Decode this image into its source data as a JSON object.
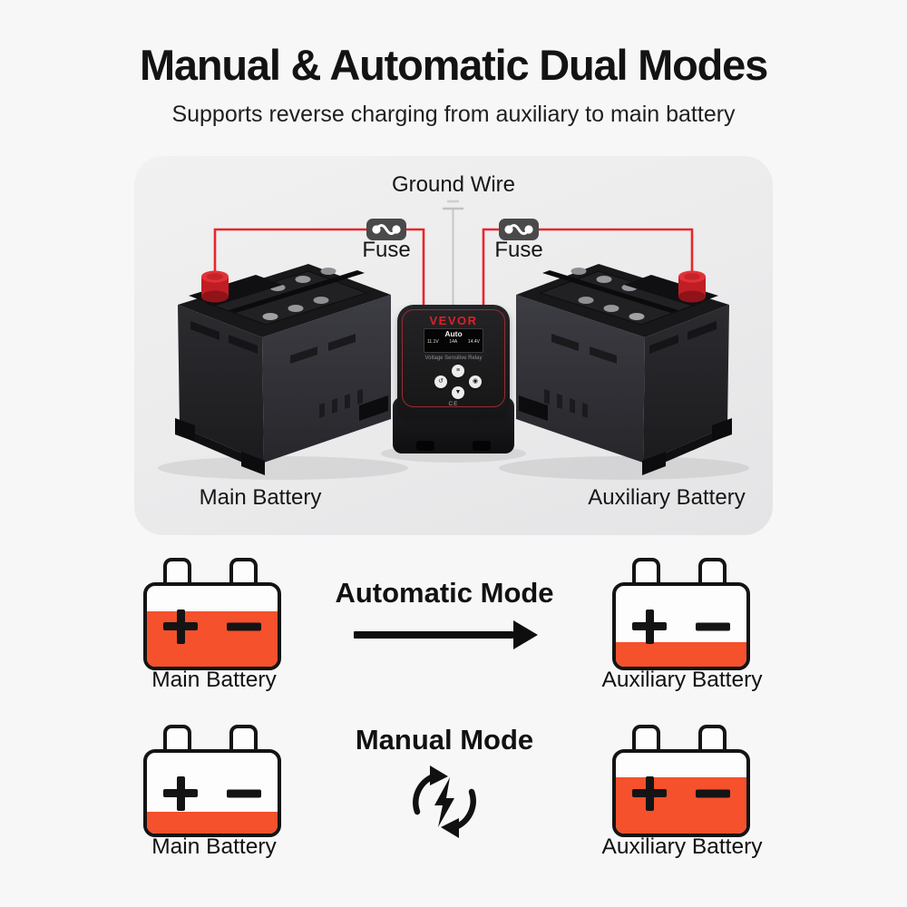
{
  "header": {
    "title": "Manual & Automatic Dual Modes",
    "subtitle": "Supports reverse charging from auxiliary to main battery"
  },
  "diagram": {
    "ground_wire_label": "Ground Wire",
    "fuse_left_label": "Fuse",
    "fuse_right_label": "Fuse",
    "main_battery_label": "Main Battery",
    "aux_battery_label": "Auxiliary Battery",
    "device": {
      "brand": "VEVOR",
      "display_mode": "Auto",
      "display_left_voltage": "11.1V",
      "display_current": "14A",
      "display_right_voltage": "14.4V",
      "product_name": "Voltage Sensitive Relay",
      "cert": "CE"
    }
  },
  "modes": {
    "automatic": {
      "title": "Automatic Mode",
      "main_battery": {
        "label": "Main Battery",
        "charge_pct": 68
      },
      "aux_battery": {
        "label": "Auxiliary Battery",
        "charge_pct": 30
      }
    },
    "manual": {
      "title": "Manual Mode",
      "main_battery": {
        "label": "Main Battery",
        "charge_pct": 27
      },
      "aux_battery": {
        "label": "Auxiliary Battery",
        "charge_pct": 70
      }
    }
  },
  "colors": {
    "accent_orange": "#F4512C",
    "wire_red": "#E8262C",
    "brand_red": "#D92329",
    "fuse_gray": "#4A4A4A",
    "ground_gray": "#C6C6C6",
    "panel_gray": "#ECECEC",
    "background": "#F7F7F8",
    "ink": "#141414"
  },
  "icons": {
    "fuse": "rounded dark chip with two white dots joined by a wave",
    "ground": "earth ground symbol (stacked horizontal bars)",
    "automatic_arrow": "long right-pointing black arrow",
    "manual": "circular sync arrows around a lightning bolt"
  }
}
